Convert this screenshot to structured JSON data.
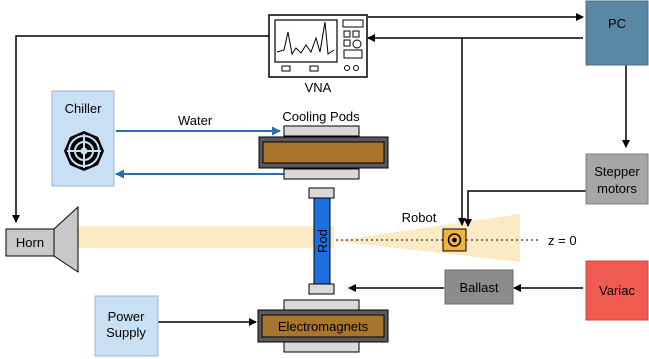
{
  "labels": {
    "vna": "VNA",
    "pc": "PC",
    "chiller": "Chiller",
    "water": "Water",
    "cooling_pods": "Cooling Pods",
    "stepper_line1": "Stepper",
    "stepper_line2": "motors",
    "robot": "Robot",
    "z_zero": "z = 0",
    "horn": "Horn",
    "rod": "Rod",
    "ballast": "Ballast",
    "variac": "Variac",
    "power_line1": "Power",
    "power_line2": "Supply",
    "electromagnets": "Electromagnets"
  },
  "colors": {
    "pc": "#5b87a6",
    "chiller": "#c9dff3",
    "power_supply": "#c9dff3",
    "stepper": "#a6a6a6",
    "ballast": "#8c8c8c",
    "variac": "#ef5b50",
    "rod": "#1b6fe0",
    "pod_brown": "#a9742e",
    "beam": "#fbeac4",
    "robot": "#f2b33d",
    "cooling_arrow": "#2c6fa8",
    "horn": "#c8c8c8"
  }
}
